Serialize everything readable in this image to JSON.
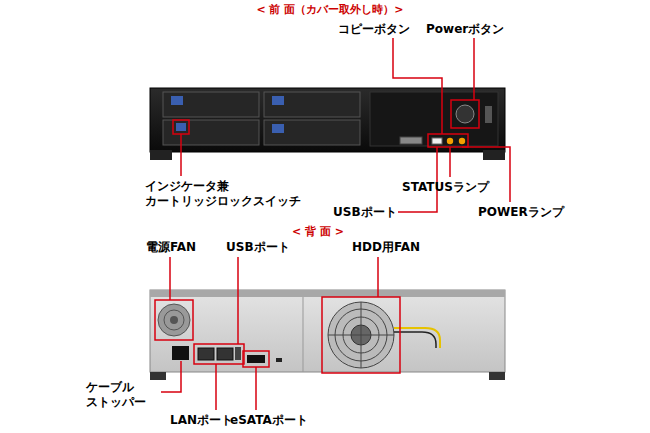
{
  "diagram": {
    "labels": [
      "< 前 面（カバー取外し時）>",
      "コピーボタン",
      "Powerボタン",
      "インジケータ兼 カートリッジロックスイッチ",
      "USBポート",
      "STATUSランプ",
      "POWERランプ",
      "< 背 面 >",
      "電源FAN",
      "USBポート",
      "HDD用FAN",
      "ケーブル ストッパー",
      "LANポート",
      "eSATAポート"
    ]
  }
}
